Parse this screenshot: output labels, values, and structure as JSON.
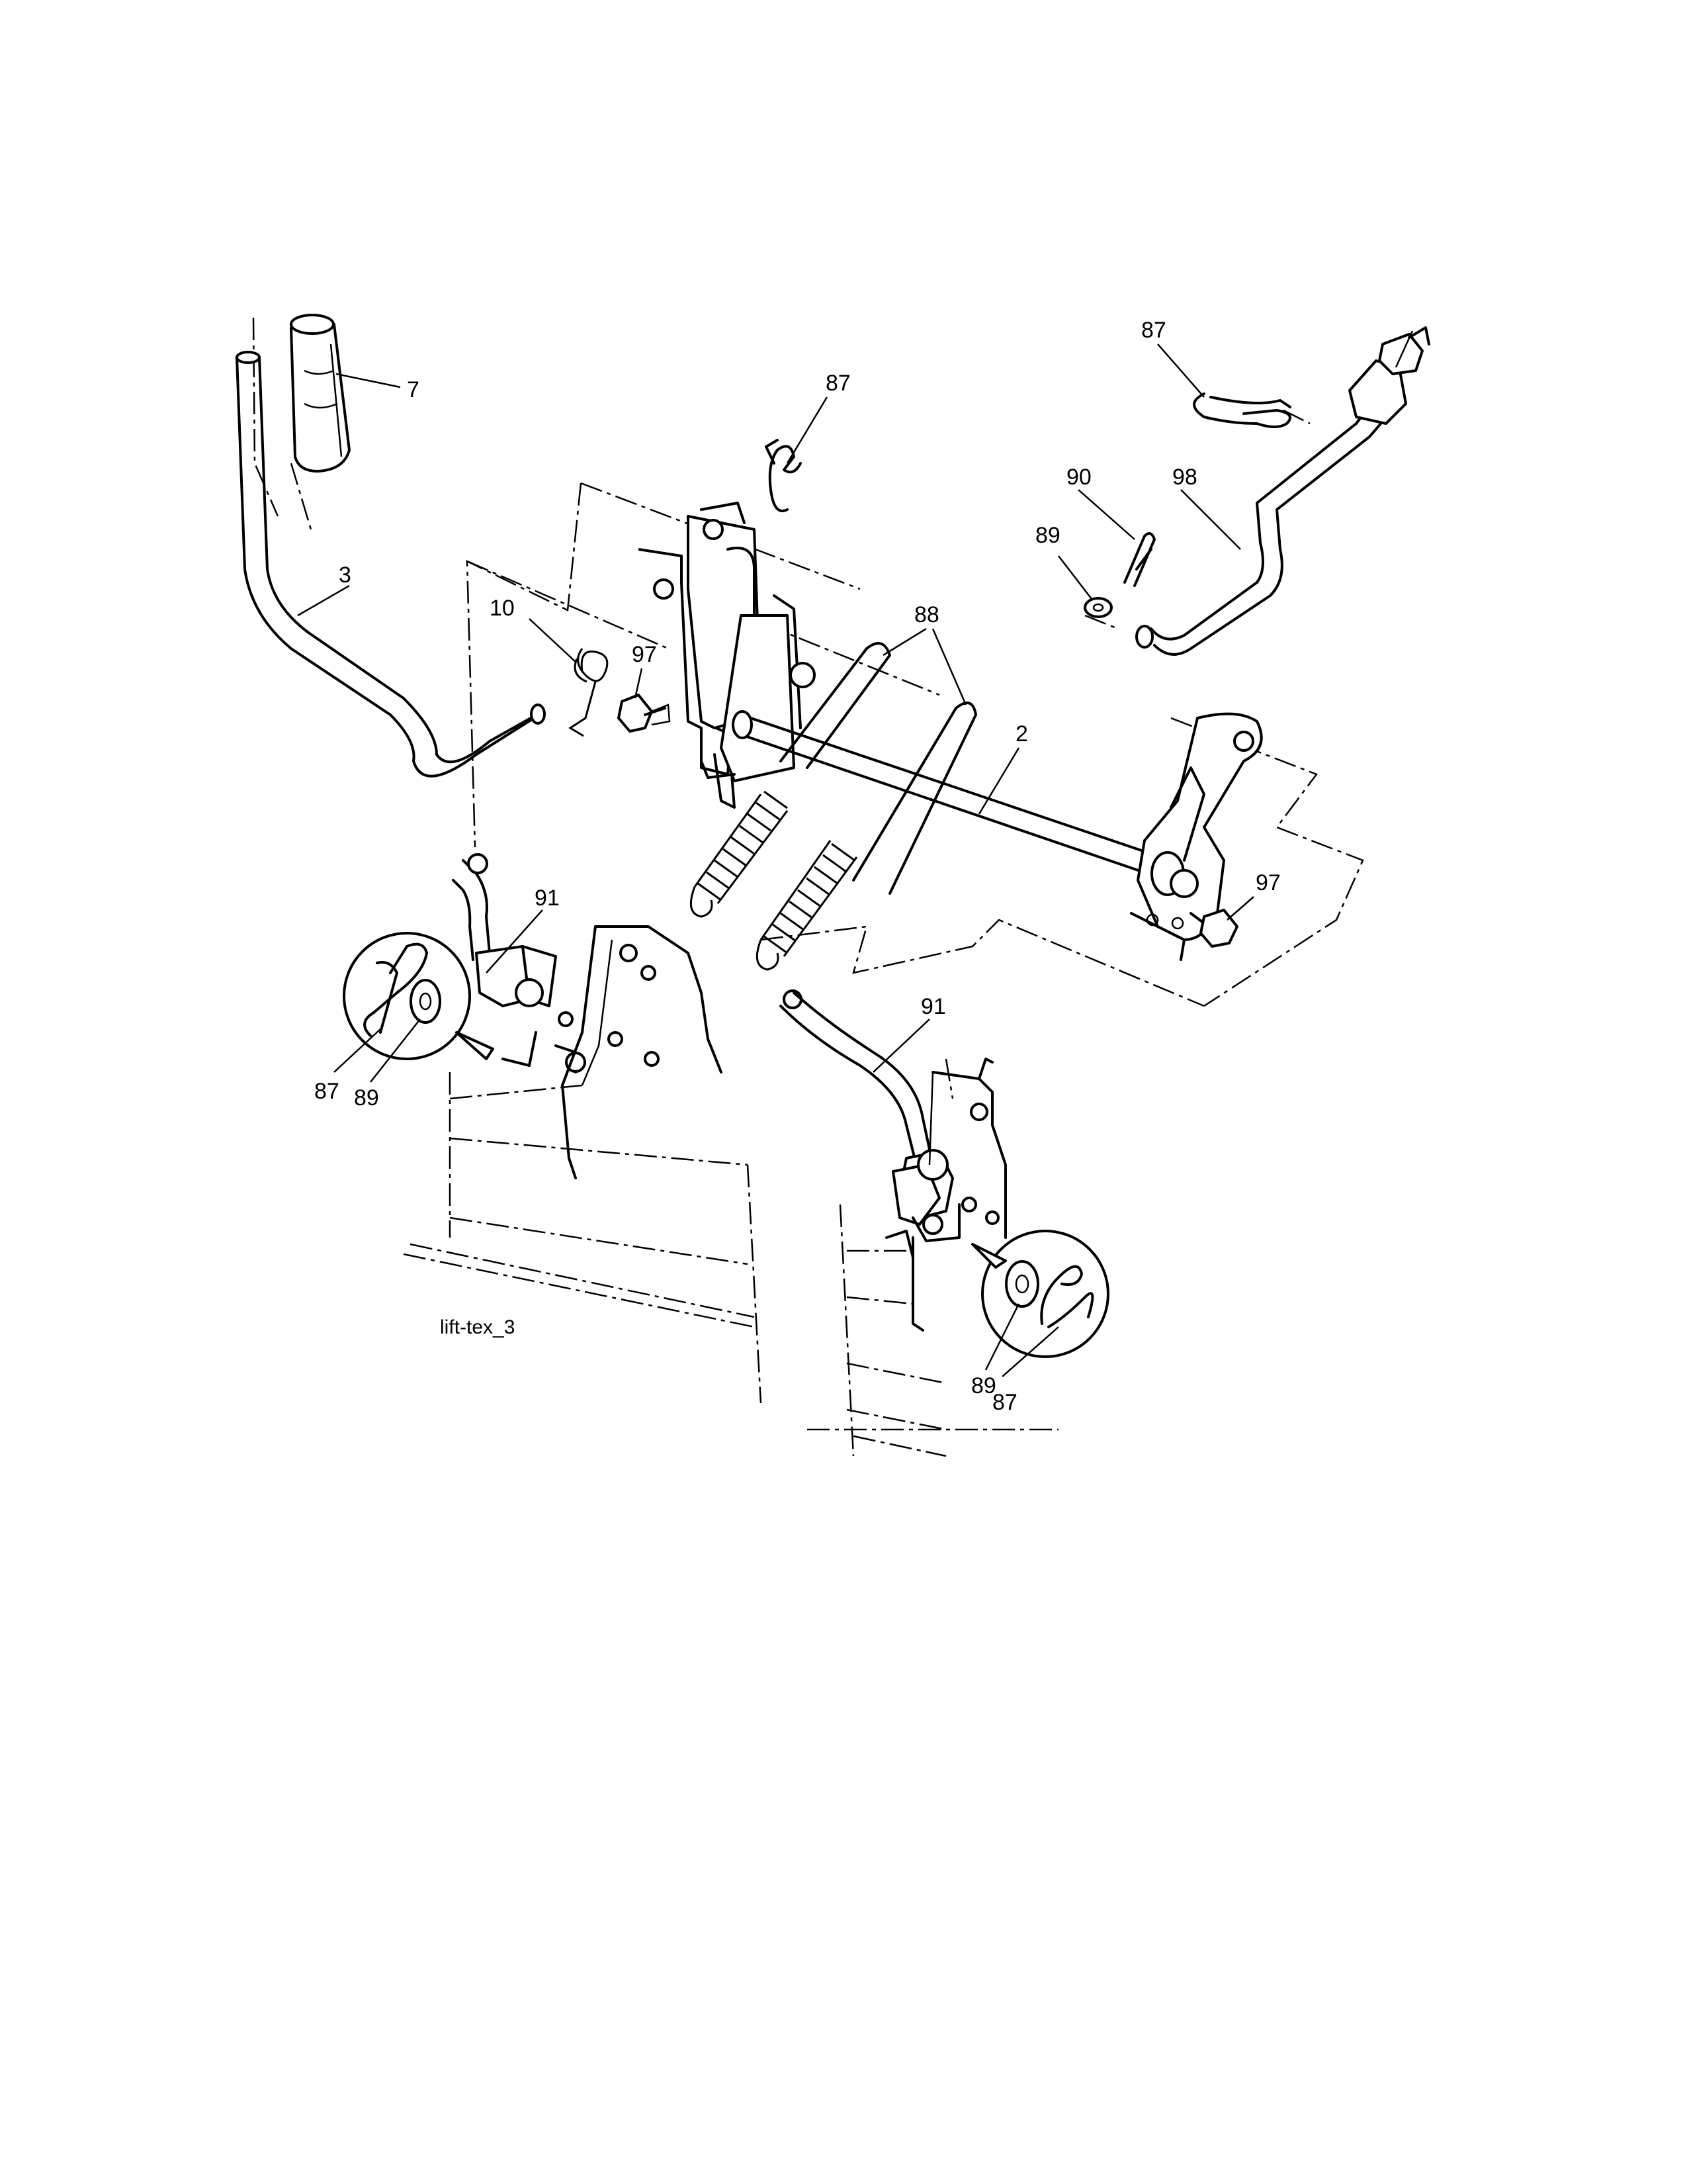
{
  "figure_id": "lift-tex_3",
  "callouts": {
    "c7": "7",
    "c3": "3",
    "c87_top": "87",
    "c10": "10",
    "c97_left": "97",
    "c88": "88",
    "c2": "2",
    "c87_right": "87",
    "c90": "90",
    "c98": "98",
    "c89_right": "89",
    "c97_right": "97",
    "c91_left": "91",
    "c87_left_detail": "87",
    "c89_left_detail": "89",
    "c91_right": "91",
    "c89_right_detail": "89",
    "c87_right_detail": "87"
  }
}
